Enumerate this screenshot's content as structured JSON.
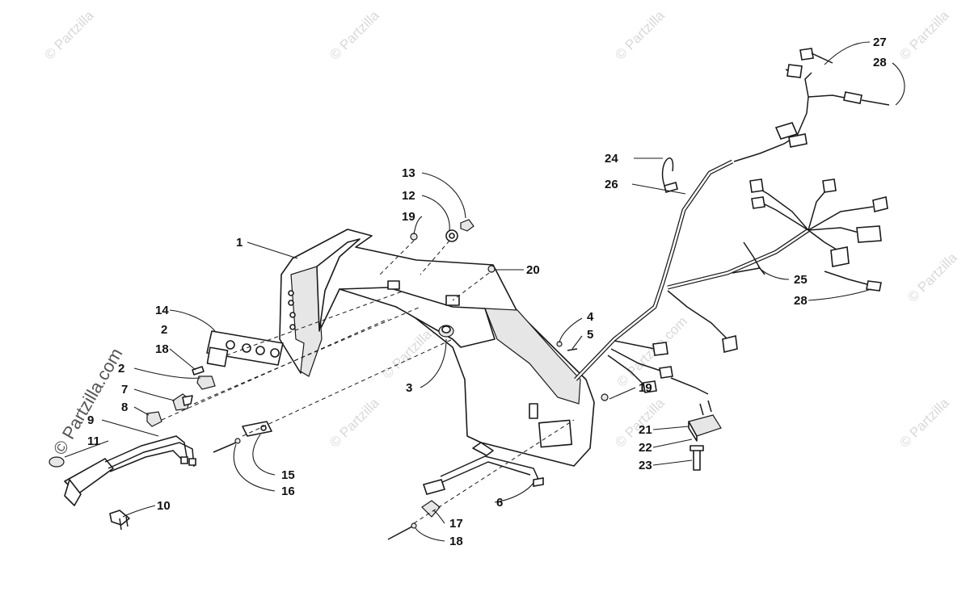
{
  "diagram": {
    "watermark_text": "© Partzilla",
    "watermark_side_text": "© Partzilla.com",
    "callouts": [
      {
        "id": "c27",
        "label": "27"
      },
      {
        "id": "c28a",
        "label": "28"
      },
      {
        "id": "c24",
        "label": "24"
      },
      {
        "id": "c26",
        "label": "26"
      },
      {
        "id": "c13",
        "label": "13"
      },
      {
        "id": "c12",
        "label": "12"
      },
      {
        "id": "c19a",
        "label": "19"
      },
      {
        "id": "c1",
        "label": "1"
      },
      {
        "id": "c20",
        "label": "20"
      },
      {
        "id": "c25",
        "label": "25"
      },
      {
        "id": "c28b",
        "label": "28"
      },
      {
        "id": "c14",
        "label": "14"
      },
      {
        "id": "c2a",
        "label": "2"
      },
      {
        "id": "c4",
        "label": "4"
      },
      {
        "id": "c5",
        "label": "5"
      },
      {
        "id": "c18a",
        "label": "18"
      },
      {
        "id": "c2b",
        "label": "2"
      },
      {
        "id": "c3",
        "label": "3"
      },
      {
        "id": "c7",
        "label": "7"
      },
      {
        "id": "c19b",
        "label": "19"
      },
      {
        "id": "c8",
        "label": "8"
      },
      {
        "id": "c9",
        "label": "9"
      },
      {
        "id": "c21",
        "label": "21"
      },
      {
        "id": "c11",
        "label": "11"
      },
      {
        "id": "c22",
        "label": "22"
      },
      {
        "id": "c23",
        "label": "23"
      },
      {
        "id": "c15",
        "label": "15"
      },
      {
        "id": "c16",
        "label": "16"
      },
      {
        "id": "c6",
        "label": "6"
      },
      {
        "id": "c10",
        "label": "10"
      },
      {
        "id": "c17",
        "label": "17"
      },
      {
        "id": "c18b",
        "label": "18"
      }
    ]
  }
}
